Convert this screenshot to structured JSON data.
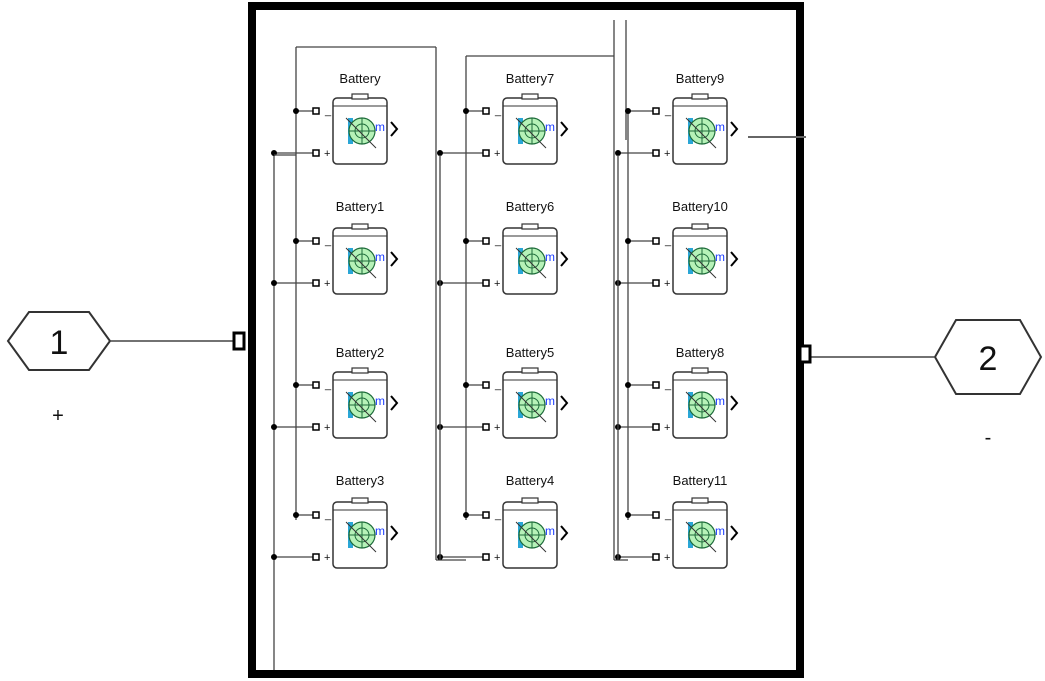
{
  "ports": [
    {
      "number": "1",
      "sign": "+"
    },
    {
      "number": "2",
      "sign": "-"
    }
  ],
  "batteries": {
    "columns": [
      [
        "Battery",
        "Battery1",
        "Battery2",
        "Battery3"
      ],
      [
        "Battery7",
        "Battery6",
        "Battery5",
        "Battery4"
      ],
      [
        "Battery9",
        "Battery10",
        "Battery8",
        "Battery11"
      ]
    ],
    "output_label": "m",
    "minus_label": "_",
    "plus_label": "+"
  }
}
